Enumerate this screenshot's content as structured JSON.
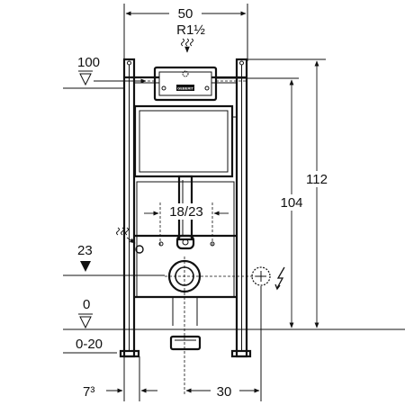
{
  "dimensions": {
    "width_top": "50",
    "connection_thread": "R1½",
    "level_100": "100",
    "level_23": "23",
    "level_0": "0",
    "range_0_20": "0-20",
    "height_112": "112",
    "height_104": "104",
    "spacing_18_23": "18/23",
    "offset_7": "7³",
    "offset_30": "30"
  },
  "plate_brand": "GEBERIT",
  "icons": {
    "water_supply": "water-supply-icon",
    "electrical": "electrical-connection-icon"
  }
}
